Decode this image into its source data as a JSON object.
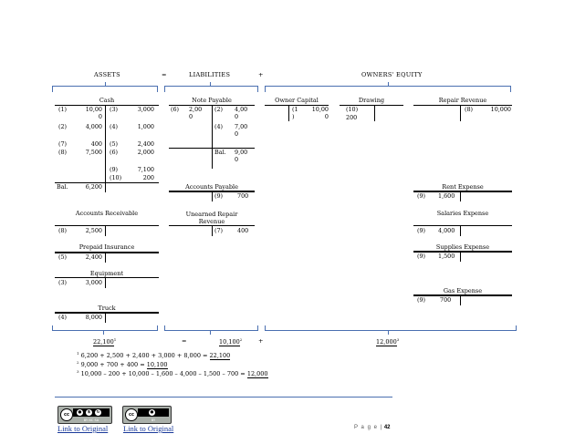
{
  "headers": {
    "assets": "ASSETS",
    "eq": "=",
    "liabilities": "LIABILITIES",
    "plus": "+",
    "owners_equity": "OWNERS' EQUITY"
  },
  "accounts": {
    "cash": {
      "title": "Cash",
      "left_rows": [
        [
          "(1)",
          "10,00\n0"
        ],
        [
          "(2)",
          "4,000"
        ],
        [
          "(7)",
          "400"
        ],
        [
          "(8)",
          "7,500"
        ]
      ],
      "right_rows": [
        [
          "(3)",
          "3,000"
        ],
        [
          "(4)",
          "1,000"
        ],
        [
          "(5)",
          "2,400"
        ],
        [
          "(6)",
          "2,000"
        ],
        [
          "(9)",
          "7,100"
        ],
        [
          "(10)",
          "200"
        ]
      ],
      "bal_label": "Bal.",
      "bal_value": "6,200"
    },
    "accounts_receivable": {
      "title": "Accounts Receivable",
      "ref": "(8)",
      "value": "2,500"
    },
    "prepaid_insurance": {
      "title": "Prepaid Insurance",
      "ref": "(5)",
      "value": "2,400"
    },
    "equipment": {
      "title": "Equipment",
      "ref": "(3)",
      "value": "3,000"
    },
    "truck": {
      "title": "Truck",
      "ref": "(4)",
      "value": "8,000"
    },
    "note_payable": {
      "title": "Note Payable",
      "left_ref": "(6)",
      "left_value": "2,00\n0",
      "right_rows": [
        [
          "(2)",
          "4,00\n0"
        ],
        [
          "(4)",
          "7,00\n0"
        ]
      ],
      "bal_label": "Bal.",
      "bal_value": "9,00\n0"
    },
    "accounts_payable": {
      "title": "Accounts Payable",
      "ref": "(9)",
      "value": "700"
    },
    "unearned_repair_revenue": {
      "title": "Unearned Repair\nRevenue",
      "ref": "(7)",
      "value": "400"
    },
    "owner_capital": {
      "title": "Owner Capital",
      "ref": "(1\n)",
      "value": "10,00\n0"
    },
    "drawing": {
      "title": "Drawing",
      "ref": "(10)",
      "value": "200"
    },
    "repair_revenue": {
      "title": "Repair Revenue",
      "ref": "(8)",
      "value": "10,000"
    },
    "rent_expense": {
      "title": "Rent Expense",
      "ref": "(9)",
      "value": "1,600"
    },
    "salaries_expense": {
      "title": "Salaries Expense",
      "ref": "(9)",
      "value": "4,000"
    },
    "supplies_expense": {
      "title": "Supplies Expense",
      "ref": "(9)",
      "value": "1,500"
    },
    "gas_expense": {
      "title": "Gas Expense",
      "ref": "(9)",
      "value": "700"
    }
  },
  "totals": {
    "assets": "22,100",
    "assets_sup": "1",
    "eq": "=",
    "liabilities": "10,100",
    "liabilities_sup": "2",
    "plus": "+",
    "equity": "12,000",
    "equity_sup": "3"
  },
  "footnotes": [
    {
      "sup": "1",
      "expr": " 6,200 + 2,500 + 2,400 + 3,000 + 8,000 = ",
      "result": "22,100"
    },
    {
      "sup": "2",
      "expr": " 9,000 + 700 + 400 = ",
      "result": "10,100"
    },
    {
      "sup": "3",
      "expr": " 10,000 – 200 + 10,000 – 1,600 – 4,000 – 1,500 – 700 = ",
      "result": "12,000"
    }
  ],
  "footer": {
    "link1": "Link to Original",
    "link2": "Link to Original",
    "page_label": "P a g e |",
    "page_number": "42",
    "cc1_label": "BY NC SA",
    "cc2_label": "BY",
    "cc_mark": "cc"
  }
}
